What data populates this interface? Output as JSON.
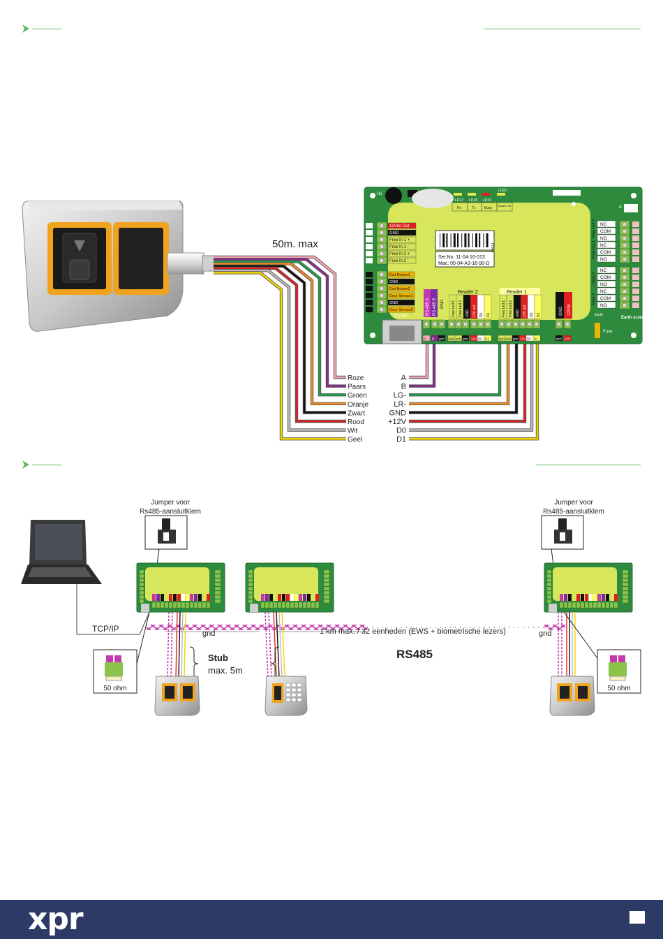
{
  "reader_wiring": {
    "cable_length": "50m. max",
    "wires": [
      {
        "color_name": "Roze",
        "signal": "A",
        "hex": "#f4a6b4"
      },
      {
        "color_name": "Paars",
        "signal": "B",
        "hex": "#8a2a8a"
      },
      {
        "color_name": "Groen",
        "signal": "LG-",
        "hex": "#1e9e46"
      },
      {
        "color_name": "Oranje",
        "signal": "LR-",
        "hex": "#f08a24"
      },
      {
        "color_name": "Zwart",
        "signal": "GND",
        "hex": "#111111"
      },
      {
        "color_name": "Rood",
        "signal": "+12V",
        "hex": "#e02020"
      },
      {
        "color_name": "Wit",
        "signal": "D0",
        "hex": "#bbbbbb"
      },
      {
        "color_name": "Geel",
        "signal": "D1",
        "hex": "#f2d600"
      }
    ]
  },
  "controller": {
    "leds": [
      "LD17",
      "LD18",
      "LD19",
      "LD22"
    ],
    "status_labels": [
      "Rx",
      "Tx",
      "Busy",
      "System Ok"
    ],
    "left_terminals": [
      "12Vdc Out",
      "GND",
      "Free In 1 +",
      "Free In 1 -",
      "Free In 2 +",
      "Free In 2 -"
    ],
    "input_terminals": [
      "Exit Button1",
      "GND",
      "Exit Button2",
      "Door Sensor1",
      "GND",
      "Door Sensor2"
    ],
    "tcpip": "TCP/IP",
    "rohs": "RoHS",
    "serial": "Ser.No: 11-04-16-013",
    "mac": "Mac: 00-04-A3-16-90-D",
    "rs485_labels": [
      "RS 485 A",
      "RS 485 B",
      "GND"
    ],
    "reader2_title": "Reader 2",
    "reader1_title": "Reader 1",
    "reader_cols": [
      "Free Led 1",
      "Free Led 2",
      "GND",
      "12V out",
      "D0",
      "D1"
    ],
    "power_labels": [
      "GND",
      "12Vdc"
    ],
    "relay_labels": [
      "NC",
      "COM",
      "NO",
      "NC",
      "COM",
      "NO",
      "NC",
      "COM",
      "NO",
      "NC",
      "COM",
      "NO"
    ],
    "relay_groups": [
      "Free Out 2",
      "Free Out 1",
      "Door 2",
      "Door 1"
    ],
    "earth_label": "Earth",
    "earth_screw": "Earth screw",
    "fuse": "Fuse",
    "bottom_terminals": [
      "A",
      "B",
      "gnd",
      "led1",
      "led2",
      "gnd",
      "12V",
      "D0",
      "D1",
      "led1",
      "led2",
      "gnd",
      "12V",
      "D0",
      "D1",
      "gnd",
      "12V"
    ],
    "j1": "J1",
    "h1": "H1"
  },
  "network": {
    "jumper_label_line1": "Jumper voor",
    "jumper_label_line2": "Rs485-aansluitklem",
    "tcpip": "TCP/IP",
    "gnd": "gnd",
    "distance": "1 km max. / 32 eenheden (EWS + biometrische lezers)",
    "bus": "RS485",
    "stub_title": "Stub",
    "stub_max": "max. 5m",
    "resistor": "50 ohm"
  },
  "colors": {
    "accent": "#5cb85c",
    "footer": "#2e3a66",
    "board": "#2e8b3e",
    "board_inner": "#d7e65a"
  },
  "footer": {
    "logo": "xpr"
  }
}
